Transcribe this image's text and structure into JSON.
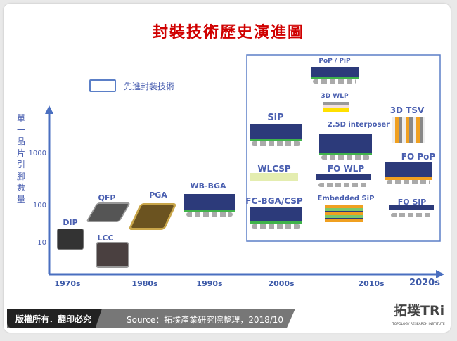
{
  "title": "封裝技術歷史演進圖",
  "legend": {
    "label": "先進封裝技術",
    "color": "#5b7fc7"
  },
  "y_axis": {
    "label": [
      "單",
      "一",
      "晶",
      "片",
      "引",
      "腳",
      "數",
      "量"
    ],
    "ticks": [
      "1000",
      "100",
      "10"
    ]
  },
  "x_axis": {
    "ticks": [
      "1970s",
      "1980s",
      "1990s",
      "2000s",
      "2010s",
      "2020s"
    ]
  },
  "packages": {
    "dip": "DIP",
    "qfp": "QFP",
    "lcc": "LCC",
    "pga": "PGA",
    "wbbga": "WB-BGA",
    "pop": "PoP / PiP",
    "wlp3d": "3D WLP",
    "sip": "SiP",
    "interposer": "2.5D interposer",
    "tsv": "3D TSV",
    "wlcsp": "WLCSP",
    "fowlp": "FO WLP",
    "fopop": "FO PoP",
    "fcbga": "FC-BGA/CSP",
    "esip": "Embedded SiP",
    "fosip": "FO SiP"
  },
  "footer": {
    "copyright": "版權所有．翻印必究",
    "source": "Source：拓墣產業研究院整理，2018/10",
    "logo_text": "拓墣TRi",
    "logo_sub": "TOPOLOGY RESEARCH INSTITUTE"
  }
}
